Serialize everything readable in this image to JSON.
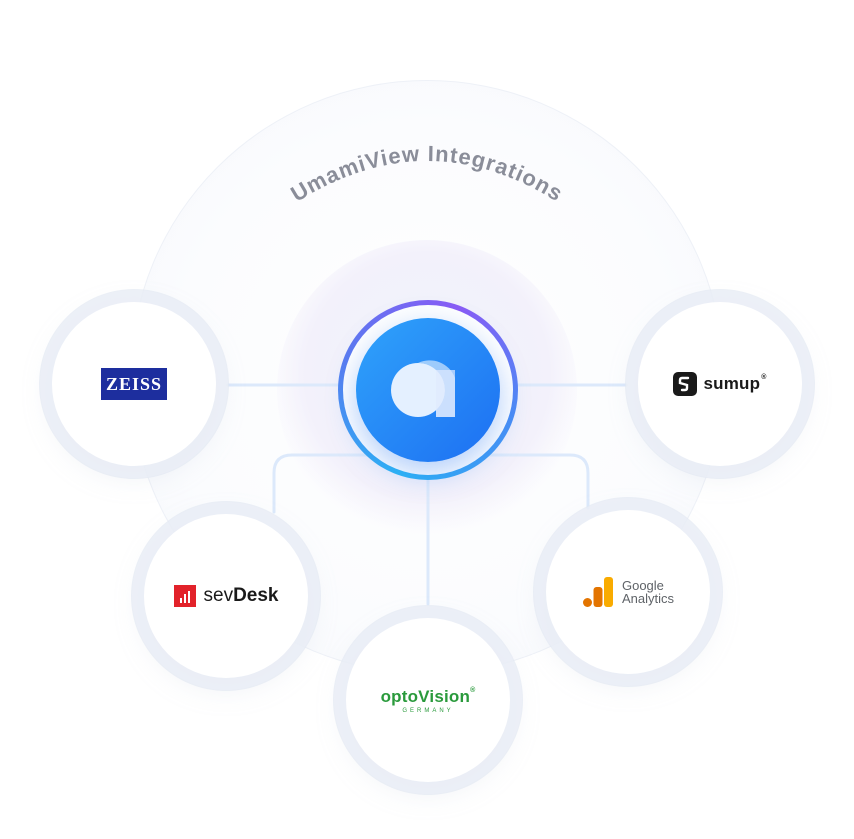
{
  "title": "UmamiView Integrations",
  "colors": {
    "title": "#8a8d99",
    "connector": "#dce9fb",
    "center_gradient_start": "#2fa3fb",
    "center_gradient_end": "#1d6ff2",
    "zeiss_blue": "#1d2e9e",
    "sevdesk_red": "#e2222a",
    "opto_green": "#2a9a3c",
    "ga_orange": "#f9ab00",
    "ga_dark_orange": "#e37400"
  },
  "center": {
    "logo_name": "umamiview-logo",
    "icon": "umamiview-a-icon"
  },
  "integrations": {
    "zeiss": {
      "label": "ZEISS",
      "icon": "zeiss-logo"
    },
    "sumup": {
      "label": "sumup",
      "mark": "®",
      "icon": "sumup-logo"
    },
    "sevdesk": {
      "label_light": "sev",
      "label_bold": "Desk",
      "icon": "sevdesk-logo"
    },
    "optovision": {
      "label": "optoVision",
      "mark": "®",
      "sublabel": "GERMANY",
      "icon": "optovision-logo"
    },
    "google_analytics": {
      "line1": "Google",
      "line2": "Analytics",
      "icon": "google-analytics-logo"
    }
  }
}
